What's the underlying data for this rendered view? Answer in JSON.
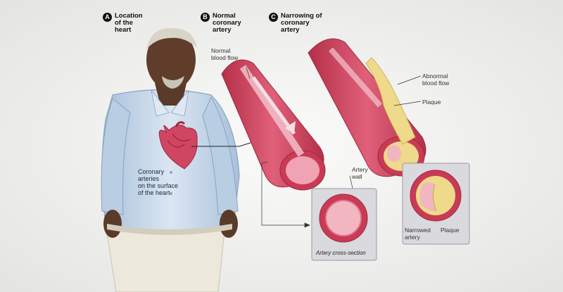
{
  "panels": {
    "a": {
      "marker": "A",
      "title": "Location\nof the\nheart"
    },
    "b": {
      "marker": "B",
      "title": "Normal\ncoronary\nartery"
    },
    "c": {
      "marker": "C",
      "title": "Narrowing of\ncoronary\nartery"
    }
  },
  "labels": {
    "normal_blood_flow": "Normal\nblood flow",
    "abnormal_blood_flow": "Abnormal\nblood flow",
    "plaque_top": "Plaque",
    "coronary_arteries": "Coronary\narteries\non the surface\nof the heart",
    "artery_wall": "Artery\nwall",
    "artery_cross_section": "Artery cross-section",
    "narrowed_artery": "Narrowed\nartery",
    "plaque_bottom": "Plaque"
  },
  "colors": {
    "artery_outer": "#c93a55",
    "artery_inner": "#e9879a",
    "lumen": "#f2b6c0",
    "plaque": "#efd98a",
    "shirt": "#c7d8ea",
    "skin": "#5a3a28",
    "inset_bg": "#d9d9de"
  }
}
